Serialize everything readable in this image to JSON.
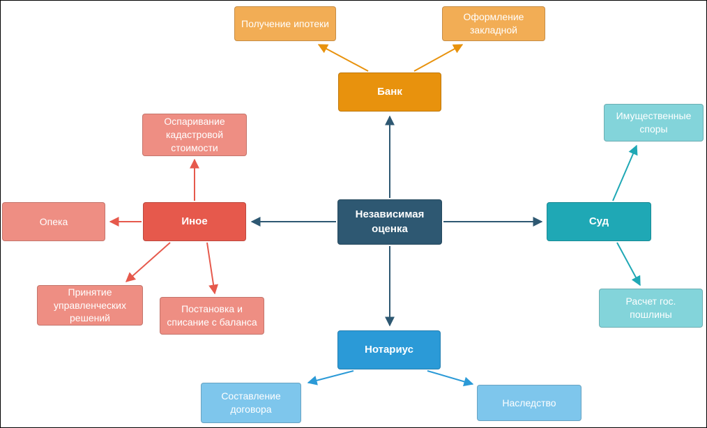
{
  "palette": {
    "center": "#2E5872",
    "bank": "#E8920D",
    "bank_light": "#F2AD55",
    "court": "#1FA8B5",
    "court_light": "#83D4DA",
    "notary": "#2B9AD7",
    "notary_light": "#7EC6EC",
    "other": "#E6594C",
    "other_light": "#EE8E83",
    "background": "#FFFFFF",
    "canvas_border": "#000000"
  },
  "diagram": {
    "center": {
      "label": "Независимая оценка"
    },
    "bank": {
      "label": "Банк",
      "children": [
        {
          "label": "Получение ипотеки"
        },
        {
          "label": "Оформление закладной"
        }
      ]
    },
    "court": {
      "label": "Суд",
      "children": [
        {
          "label": "Имущественные споры"
        },
        {
          "label": "Расчет гос. пошлины"
        }
      ]
    },
    "notary": {
      "label": "Нотариус",
      "children": [
        {
          "label": "Составление договора"
        },
        {
          "label": "Наследство"
        }
      ]
    },
    "other": {
      "label": "Иное",
      "children": [
        {
          "label": "Оспаривание кадастровой стоимости"
        },
        {
          "label": "Опека"
        },
        {
          "label": "Принятие управленческих решений"
        },
        {
          "label": "Постановка и списание с баланса"
        }
      ]
    }
  }
}
